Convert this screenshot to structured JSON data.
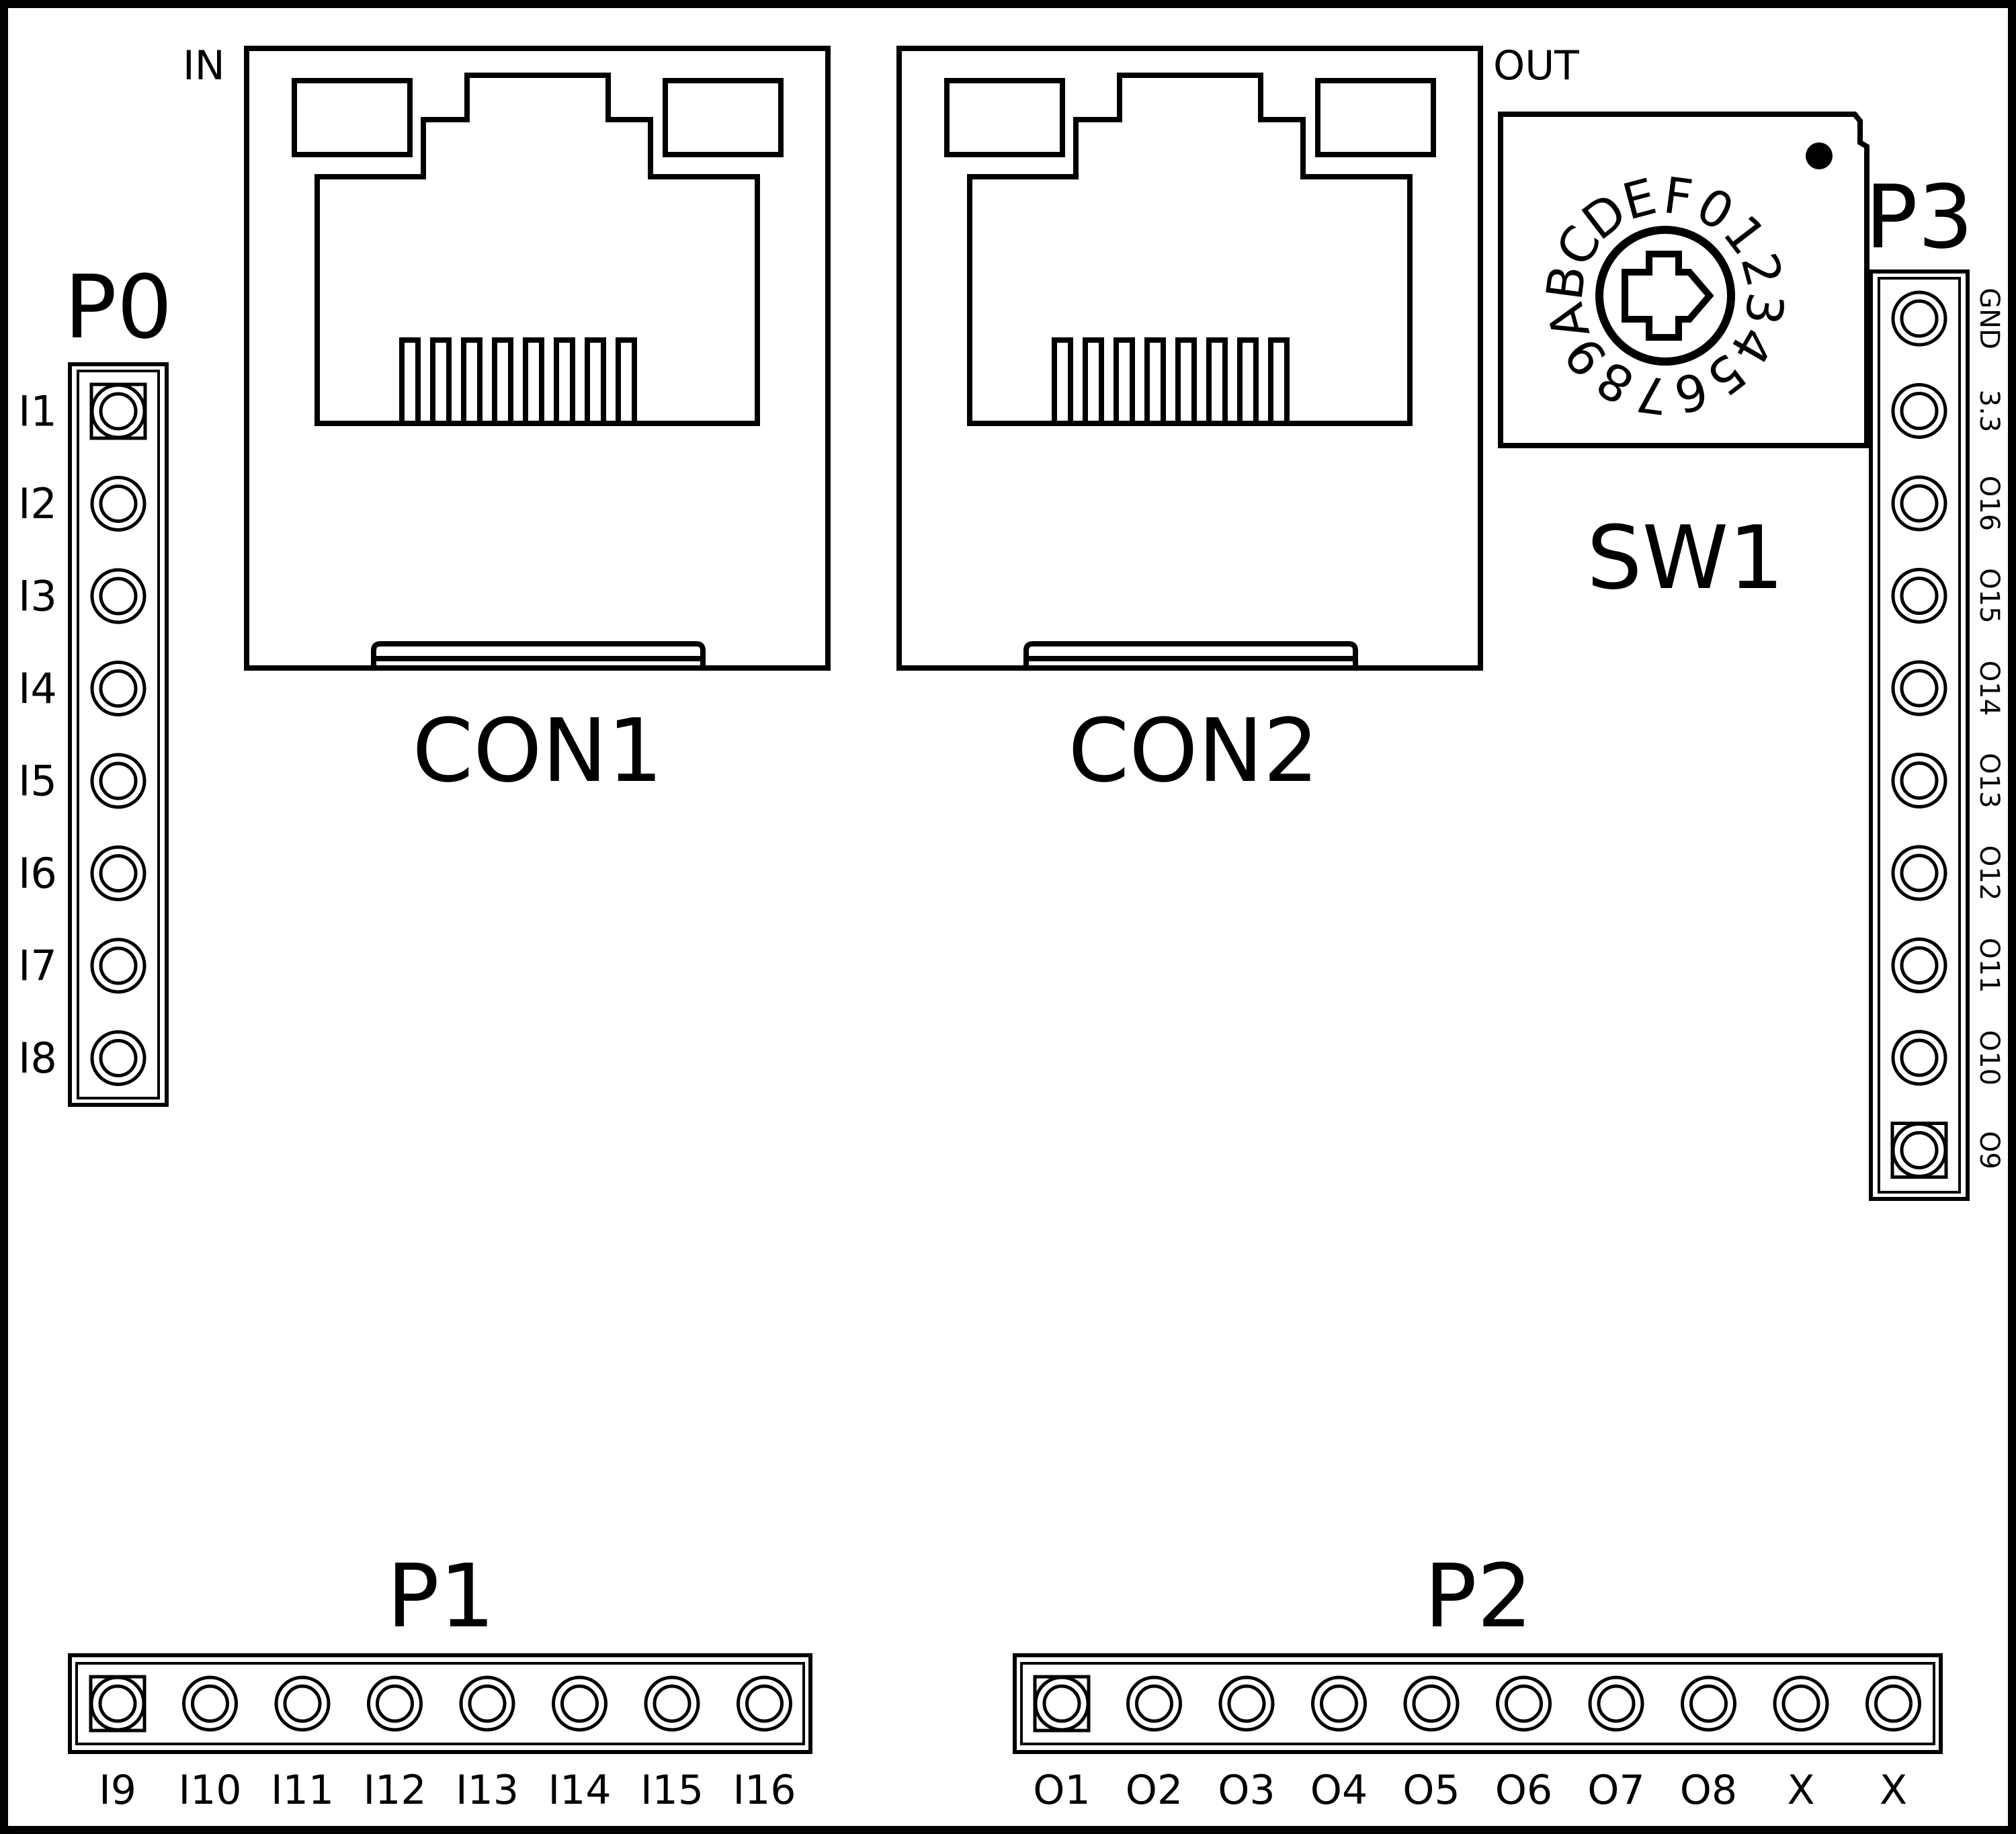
{
  "connectors": {
    "con1": {
      "label": "CON1",
      "tag": "IN"
    },
    "con2": {
      "label": "CON2",
      "tag": "OUT"
    }
  },
  "switch": {
    "label": "SW1",
    "dial": [
      "0",
      "1",
      "2",
      "3",
      "4",
      "5",
      "6",
      "7",
      "8",
      "9",
      "A",
      "B",
      "C",
      "D",
      "E",
      "F"
    ]
  },
  "headers": {
    "p0": {
      "label": "P0",
      "pins": [
        "I1",
        "I2",
        "I3",
        "I4",
        "I5",
        "I6",
        "I7",
        "I8"
      ]
    },
    "p1": {
      "label": "P1",
      "pins": [
        "I9",
        "I10",
        "I11",
        "I12",
        "I13",
        "I14",
        "I15",
        "I16"
      ]
    },
    "p2": {
      "label": "P2",
      "pins": [
        "O1",
        "O2",
        "O3",
        "O4",
        "O5",
        "O6",
        "O7",
        "O8",
        "X",
        "X"
      ]
    },
    "p3": {
      "label": "P3",
      "pins": [
        "GND",
        "3.3",
        "O16",
        "O15",
        "O14",
        "O13",
        "O12",
        "O11",
        "O10",
        "O9"
      ]
    }
  }
}
